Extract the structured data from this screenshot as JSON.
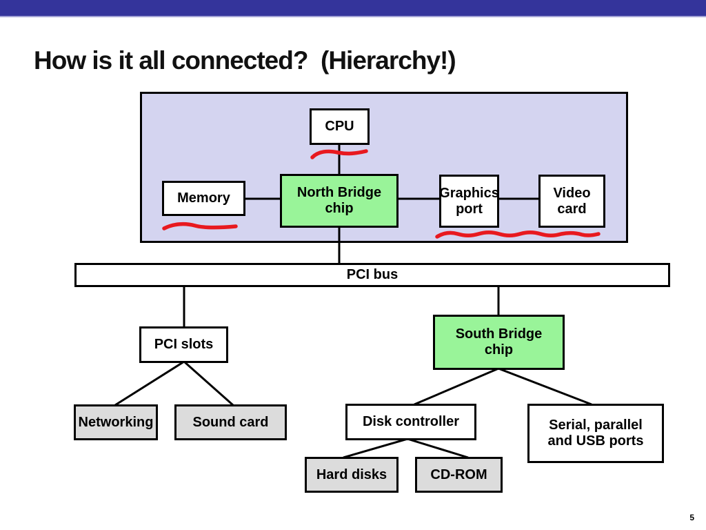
{
  "slide": {
    "title": "How is it all connected?  (Hierarchy!)",
    "page_number": "5"
  },
  "colors": {
    "top_bar": "#34349B",
    "top_bar_edge": "#A3A3D6",
    "container_fill": "#D4D4F0",
    "chip_fill": "#99F499",
    "peripheral_fill": "#DCDCDC",
    "node_fill": "#FFFFFF",
    "line": "#000000",
    "annotation": "#E8191F",
    "title_text": "#111111"
  },
  "nodes": {
    "cpu": "CPU",
    "memory": "Memory",
    "north_bridge": "North Bridge\nchip",
    "graphics_port": "Graphics\nport",
    "video_card": "Video\ncard",
    "pci_bus": "PCI bus",
    "pci_slots": "PCI slots",
    "south_bridge": "South Bridge\nchip",
    "networking": "Networking",
    "sound_card": "Sound card",
    "disk_controller": "Disk controller",
    "serial_usb": "Serial, parallel\nand USB ports",
    "hard_disks": "Hard disks",
    "cd_rom": "CD-ROM"
  }
}
